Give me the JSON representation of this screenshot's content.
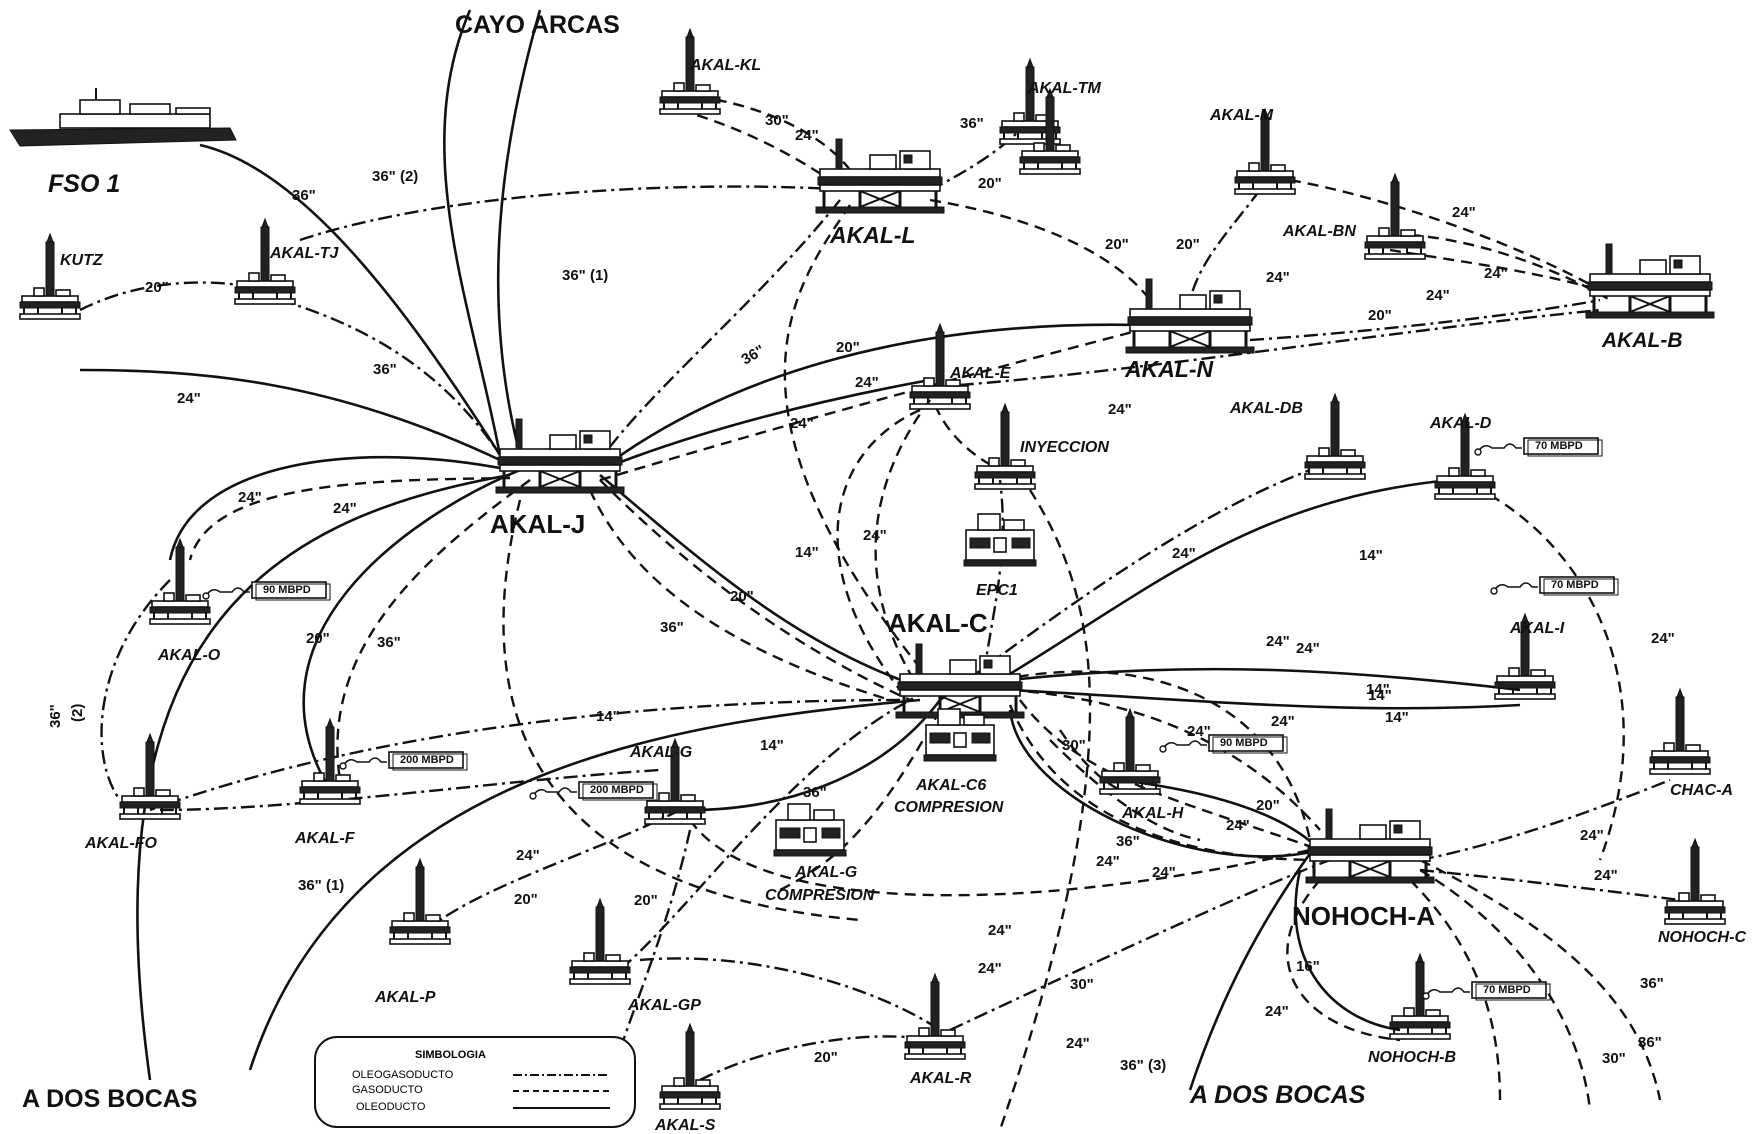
{
  "destinations": {
    "cayo_arcas": "CAYO ARCAS",
    "dos_bocas_left": "A DOS BOCAS",
    "dos_bocas_right": "A DOS BOCAS"
  },
  "vessel": {
    "name": "FSO 1"
  },
  "platforms": {
    "akal_j": "AKAL-J",
    "akal_c": "AKAL-C",
    "akal_n": "AKAL-N",
    "akal_b": "AKAL-B",
    "akal_l": "AKAL-L",
    "nohoch_a": "NOHOCH-A",
    "akal_kl": "AKAL-KL",
    "akal_tm": "AKAL-TM",
    "akal_m": "AKAL-M",
    "akal_bn": "AKAL-BN",
    "akal_e": "AKAL-E",
    "inyeccion": "INYECCION",
    "akal_db": "AKAL-DB",
    "akal_d": "AKAL-D",
    "epc1": "EPC1",
    "akal_i": "AKAL-I",
    "akal_c6": "AKAL-C6",
    "akal_c6_sub": "COMPRESION",
    "akal_g": "AKAL-G",
    "akal_g_comp": "AKAL-G",
    "akal_g_comp_sub": "COMPRESION",
    "akal_h": "AKAL-H",
    "chac_a": "CHAC-A",
    "nohoch_c": "NOHOCH-C",
    "nohoch_b": "NOHOCH-B",
    "akal_r": "AKAL-R",
    "akal_s": "AKAL-S",
    "akal_gp": "AKAL-GP",
    "akal_p": "AKAL-P",
    "akal_f": "AKAL-F",
    "akal_fo": "AKAL-FO",
    "akal_o": "AKAL-O",
    "kutz": "KUTZ",
    "akal_tj": "AKAL-TJ"
  },
  "capacity_tags": {
    "akal_o": "90 MBPD",
    "akal_f": "200 MBPD",
    "akal_g": "200 MBPD",
    "akal_h": "90 MBPD",
    "akal_d": "70 MBPD",
    "akal_i": "70 MBPD",
    "nohoch_b": "70 MBPD"
  },
  "diameters": {
    "d01": "36\"",
    "d02": "36\" (2)",
    "d03": "36\" (1)",
    "d04": "20\"",
    "d05": "36\"",
    "d06": "24\"",
    "d07": "24\"",
    "d08": "24\"",
    "d09": "36\"",
    "d10": "(2)",
    "d11": "20\"",
    "d12": "36\"",
    "d13": "36\" (1)",
    "d14": "24\"",
    "d15": "30\"",
    "d16": "36\"",
    "d17": "20\"",
    "d18": "36\"",
    "d19": "20\"",
    "d20": "24\"",
    "d21": "24\"",
    "d22": "20\"",
    "d23": "24\"",
    "d24": "20\"",
    "d25": "20\"",
    "d26": "24\"",
    "d27": "24\"",
    "d28": "24\"",
    "d29": "24\"",
    "d30": "14\"",
    "d31": "20\"",
    "d32": "36\"",
    "d33": "24\"",
    "d34": "24\"",
    "d35": "14\"",
    "d36": "14\"",
    "d37": "14\"",
    "d38": "24\"",
    "d39": "14\"",
    "d40": "14\"",
    "d41": "24\"",
    "d42": "24\"",
    "d43": "30\"",
    "d44": "24\"",
    "d45": "24\"",
    "d46": "20\"",
    "d47": "36\"",
    "d48": "24\"",
    "d49": "14\"",
    "d50": "36\"",
    "d51": "24\"",
    "d52": "20\"",
    "d53": "20\"",
    "d54": "24\"",
    "d55": "24\"",
    "d56": "24\"",
    "d57": "30\"",
    "d58": "24\"",
    "d59": "20\"",
    "d60": "16\"",
    "d61": "24\"",
    "d62": "36\" (3)",
    "d63": "24\"",
    "d64": "24\"",
    "d65": "24\"",
    "d66": "36\"",
    "d67": "36\"",
    "d68": "30\""
  },
  "legend": {
    "title": "SIMBOLOGIA",
    "items": [
      "OLEOGASODUCTO",
      "GASODUCTO",
      "OLEODUCTO"
    ]
  }
}
